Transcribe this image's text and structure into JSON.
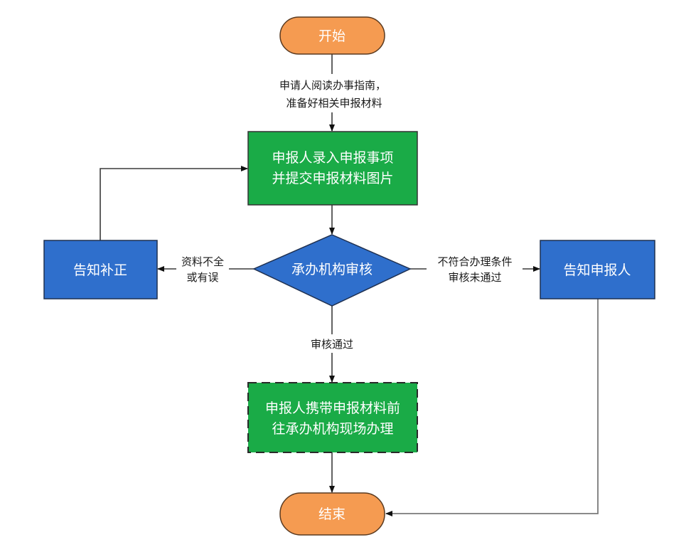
{
  "colors": {
    "terminal": "#f59b51",
    "process_green": "#1aab47",
    "process_blue": "#2f6fcc",
    "edge": "#3a3a3a",
    "node_text": "#ffffff",
    "edge_text": "#1a1a1a"
  },
  "nodes": {
    "start": {
      "label": "开始"
    },
    "submit": {
      "line1": "申报人录入申报事项",
      "line2": "并提交申报材料图片"
    },
    "review": {
      "label": "承办机构审核"
    },
    "notify_fix": {
      "label": "告知补正"
    },
    "notify_applicant": {
      "label": "告知申报人"
    },
    "onsite": {
      "line1": "申报人携带申报材料前",
      "line2": "往承办机构现场办理"
    },
    "end": {
      "label": "结束"
    }
  },
  "edges": {
    "start_to_submit": {
      "line1": "申请人阅读办事指南，",
      "line2": "准备好相关申报材料"
    },
    "review_to_fix": {
      "line1": "资料不全",
      "line2": "或有误"
    },
    "review_to_reject": {
      "line1": "不符合办理条件",
      "line2": "审核未通过"
    },
    "review_to_onsite": {
      "label": "审核通过"
    }
  }
}
